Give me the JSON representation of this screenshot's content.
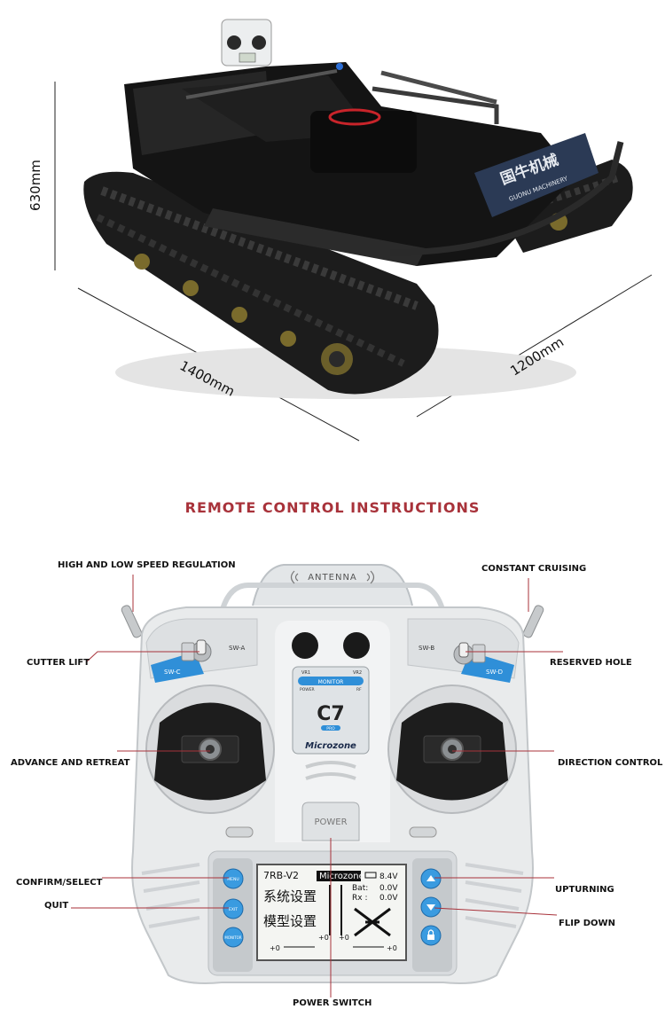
{
  "dimensions": {
    "height": "630mm",
    "length": "1400mm",
    "width": "1200mm"
  },
  "machine": {
    "brand_cn": "国牛机械",
    "brand_en": "GUONU MACHINERY"
  },
  "section_title": "REMOTE CONTROL INSTRUCTIONS",
  "remote": {
    "antenna": "ANTENNA",
    "sw_a": "SW-A",
    "sw_b": "SW-B",
    "sw_c": "SW-C",
    "sw_d": "SW-D",
    "vr1": "VR1",
    "vr2": "VR2",
    "monitor": "MONITOR",
    "power_small": "POWER",
    "rf": "RF",
    "model": "C7",
    "model_sub": "PRO",
    "brand": "Microzone",
    "power_button": "POWER",
    "btn_menu": "MENU",
    "btn_exit": "EXIT",
    "btn_monitor": "MONITOR",
    "lcd": {
      "model_line": "7RB-V2",
      "brand_line": "Microzone",
      "voltage": "8.4V",
      "menu1": "系统设置",
      "menu2": "模型设置",
      "bat": "Bat:",
      "bat_val": "0.0V",
      "rx": "Rx :",
      "rx_val": "0.0V",
      "trim1": "+0",
      "trim2": "+0",
      "trim3": "+0",
      "trim4": "+0"
    }
  },
  "callouts": {
    "speed_regulation": "HIGH AND LOW SPEED REGULATION",
    "constant_cruising": "CONSTANT CRUISING",
    "cutter_lift": "CUTTER LIFT",
    "reserved_hole": "RESERVED HOLE",
    "advance_retreat": "ADVANCE AND RETREAT",
    "direction_control": "DIRECTION CONTROL",
    "confirm_select": "CONFIRM/SELECT",
    "quit": "QUIT",
    "upturning": "UPTURNING",
    "flip_down": "FLIP DOWN",
    "power_switch": "POWER SWITCH"
  },
  "colors": {
    "title": "#a8323a",
    "callout_line": "#a8323a",
    "remote_body": "#e9ebec",
    "accent_blue": "#2f8fd8"
  }
}
